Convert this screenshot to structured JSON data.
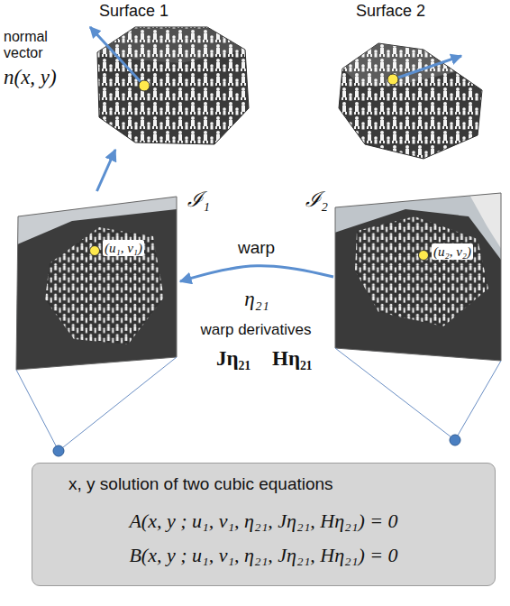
{
  "diagram": {
    "nodes": [
      {
        "text": [
          "Surface 1"
        ]
      },
      {
        "text": [
          "Surface 2"
        ]
      },
      {
        "text": [
          "ℐ₁"
        ]
      },
      {
        "text": [
          "ℐ₂"
        ]
      },
      {
        "text": [
          "x, y solution of two cubic equations",
          "A(x, y ; u₁, v₁, η₂₁, Jη₂₁, Hη₂₁) = 0",
          "B(x, y ; u₁, v₁, η₂₁, Jη₂₁, Hη₂₁) = 0"
        ]
      }
    ],
    "edges": [
      {
        "from": 2,
        "to": 0,
        "arrow": "to"
      },
      {
        "from": 3,
        "to": 2,
        "label": "warp",
        "arrow": "to"
      }
    ],
    "labels": [
      "normal vector",
      "n(x, y)",
      "(u₁, v₁)",
      "(u₂, v₂)",
      "η₂₁",
      "warp derivatives",
      "Jη₂₁",
      "Hη₂₁"
    ]
  }
}
